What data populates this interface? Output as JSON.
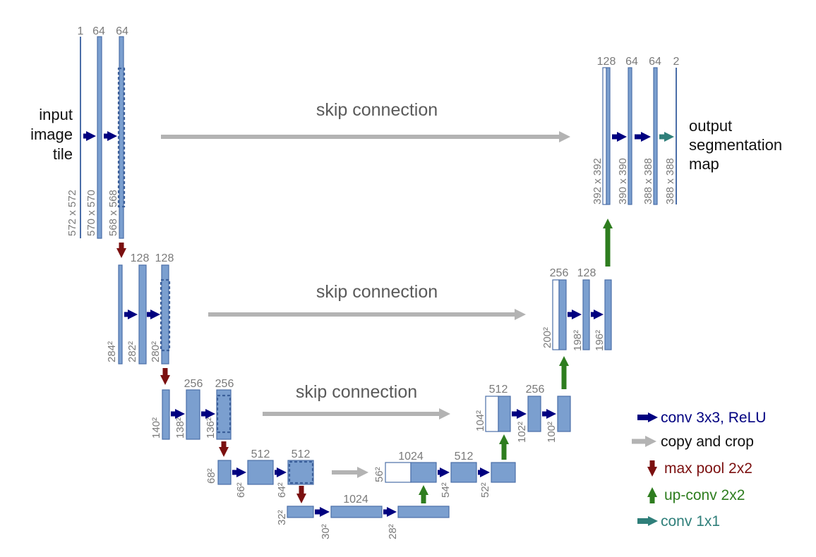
{
  "colors": {
    "block_fill": "#7b9fcf",
    "block_stroke": "#4b6ea8",
    "crop_dash": "#3b5f9a",
    "conv": "#000080",
    "copy": "#b3b3b3",
    "pool": "#7b1010",
    "upconv": "#2e7d1f",
    "conv1x1": "#2f7f7a",
    "label": "#7a7a7a"
  },
  "side_labels": {
    "input": [
      "input",
      "image",
      "tile"
    ],
    "output": [
      "output",
      "segmentation",
      "map"
    ]
  },
  "skip_label": "skip connection",
  "levels": [
    {
      "channels": [
        "1",
        "64",
        "64"
      ],
      "sizes": [
        "572 x 572",
        "570 x 570",
        "568 x 568"
      ],
      "up_channels": [
        "128",
        "64",
        "64",
        "2"
      ],
      "up_sizes": [
        "392 x 392",
        "390 x 390",
        "388 x 388",
        "388 x 388"
      ]
    },
    {
      "channels": [
        "",
        "128",
        "128"
      ],
      "sizes": [
        "284²",
        "282²",
        "280²"
      ],
      "up_channels": [
        "256",
        "128"
      ],
      "up_sizes": [
        "200²",
        "198²",
        "196²"
      ]
    },
    {
      "channels": [
        "",
        "256",
        "256"
      ],
      "sizes": [
        "140²",
        "138²",
        "136²"
      ],
      "up_channels": [
        "512",
        "256"
      ],
      "up_sizes": [
        "104²",
        "102²",
        "100²"
      ]
    },
    {
      "channels": [
        "",
        "512",
        "512"
      ],
      "sizes": [
        "68²",
        "66²",
        "64²"
      ],
      "up_channels": [
        "1024",
        "512"
      ],
      "up_sizes": [
        "56²",
        "54²",
        "52²"
      ]
    },
    {
      "channels": [
        "",
        "1024",
        ""
      ],
      "sizes": [
        "32²",
        "30²",
        "28²"
      ]
    }
  ],
  "legend": [
    {
      "type": "conv",
      "label": "conv 3x3, ReLU"
    },
    {
      "type": "copy",
      "label": "copy and crop"
    },
    {
      "type": "pool",
      "label": "max pool 2x2"
    },
    {
      "type": "upconv",
      "label": "up-conv 2x2"
    },
    {
      "type": "conv1x1",
      "label": "conv 1x1"
    }
  ]
}
